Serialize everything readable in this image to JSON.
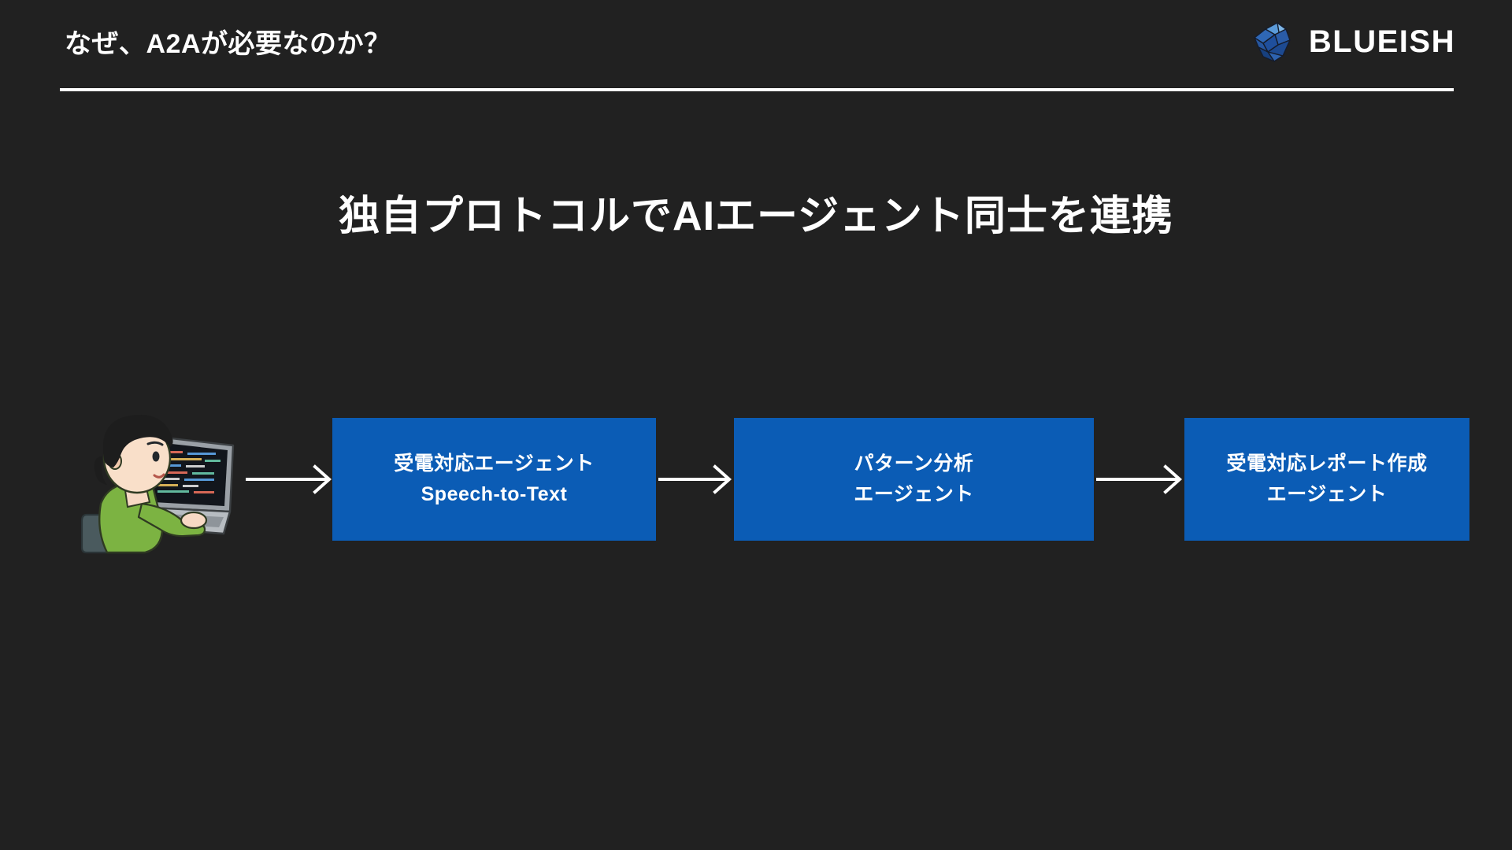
{
  "theme": {
    "background": "#212121",
    "accent_blue": "#0B5CB5",
    "text": "#ffffff"
  },
  "header": {
    "title": "なぜ、A2Aが必要なのか？",
    "brand_name": "BLUEISH",
    "brand_icon": "blueish-crystal-logo-icon"
  },
  "headline": "独自プロトコルでAIエージェント同士を連携",
  "flow": {
    "persona": {
      "icon": "person-coding-on-laptop-illustration",
      "alt": "ノートパソコンで作業する人のイラスト"
    },
    "arrows": [
      {
        "icon": "arrow-right-icon"
      },
      {
        "icon": "arrow-right-icon"
      },
      {
        "icon": "arrow-right-icon"
      }
    ],
    "nodes": [
      {
        "line1": "受電対応エージェント",
        "line2": "Speech-to-Text"
      },
      {
        "line1": "パターン分析",
        "line2": "エージェント"
      },
      {
        "line1": "受電対応レポート作成",
        "line2": "エージェント"
      }
    ]
  }
}
